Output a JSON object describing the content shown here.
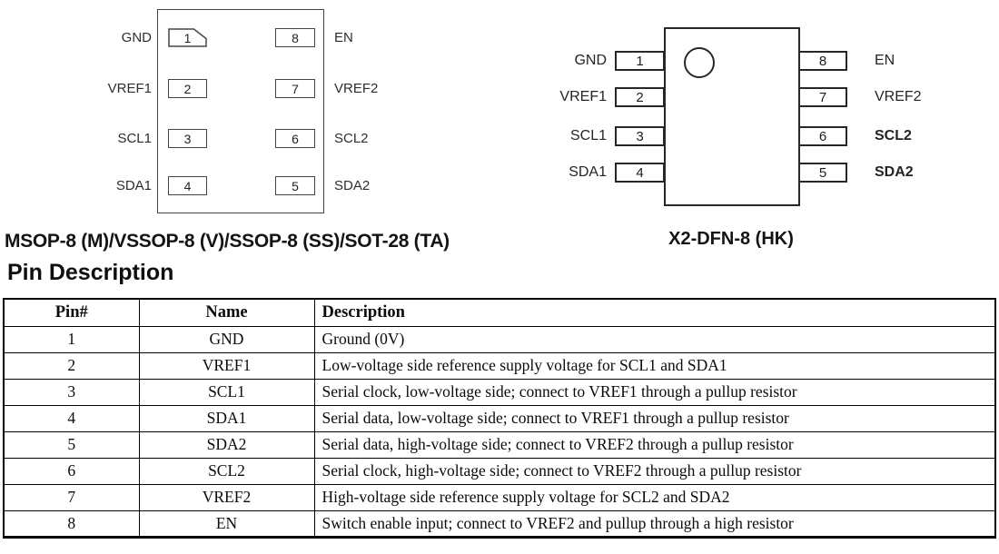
{
  "packages": [
    {
      "caption": "MSOP-8 (M)/VSSOP-8 (V)/SSOP-8 (SS)/SOT-28 (TA)",
      "left_pins": [
        {
          "num": "1",
          "label": "GND"
        },
        {
          "num": "2",
          "label": "VREF1"
        },
        {
          "num": "3",
          "label": "SCL1"
        },
        {
          "num": "4",
          "label": "SDA1"
        }
      ],
      "right_pins": [
        {
          "num": "8",
          "label": "EN"
        },
        {
          "num": "7",
          "label": "VREF2"
        },
        {
          "num": "6",
          "label": "SCL2"
        },
        {
          "num": "5",
          "label": "SDA2"
        }
      ]
    },
    {
      "caption": "X2-DFN-8 (HK)",
      "left_pins": [
        {
          "num": "1",
          "label": "GND"
        },
        {
          "num": "2",
          "label": "VREF1"
        },
        {
          "num": "3",
          "label": "SCL1"
        },
        {
          "num": "4",
          "label": "SDA1"
        }
      ],
      "right_pins": [
        {
          "num": "8",
          "label": "EN"
        },
        {
          "num": "7",
          "label": "VREF2"
        },
        {
          "num": "6",
          "label": "SCL2",
          "bold": true
        },
        {
          "num": "5",
          "label": "SDA2",
          "bold": true
        }
      ]
    }
  ],
  "section_title": "Pin Description",
  "pin_table": {
    "headers": [
      "Pin#",
      "Name",
      "Description"
    ],
    "rows": [
      [
        "1",
        "GND",
        "Ground (0V)"
      ],
      [
        "2",
        "VREF1",
        "Low-voltage side reference supply voltage for SCL1 and SDA1"
      ],
      [
        "3",
        "SCL1",
        "Serial clock, low-voltage side; connect to VREF1 through a pullup resistor"
      ],
      [
        "4",
        "SDA1",
        "Serial data, low-voltage side; connect to VREF1 through a pullup resistor"
      ],
      [
        "5",
        "SDA2",
        "Serial data, high-voltage side; connect to VREF2 through a pullup resistor"
      ],
      [
        "6",
        "SCL2",
        "Serial clock, high-voltage side; connect to VREF2 through a pullup resistor"
      ],
      [
        "7",
        "VREF2",
        "High-voltage side reference supply voltage for SCL2 and SDA2"
      ],
      [
        "8",
        "EN",
        "Switch enable input; connect to VREF2 and pullup through a high resistor"
      ]
    ]
  },
  "colors": {
    "background": "#ffffff",
    "diagram_line": "#454545",
    "diagram_line_dark": "#272727",
    "table_border": "#000000",
    "text": "#1a1a1a"
  }
}
